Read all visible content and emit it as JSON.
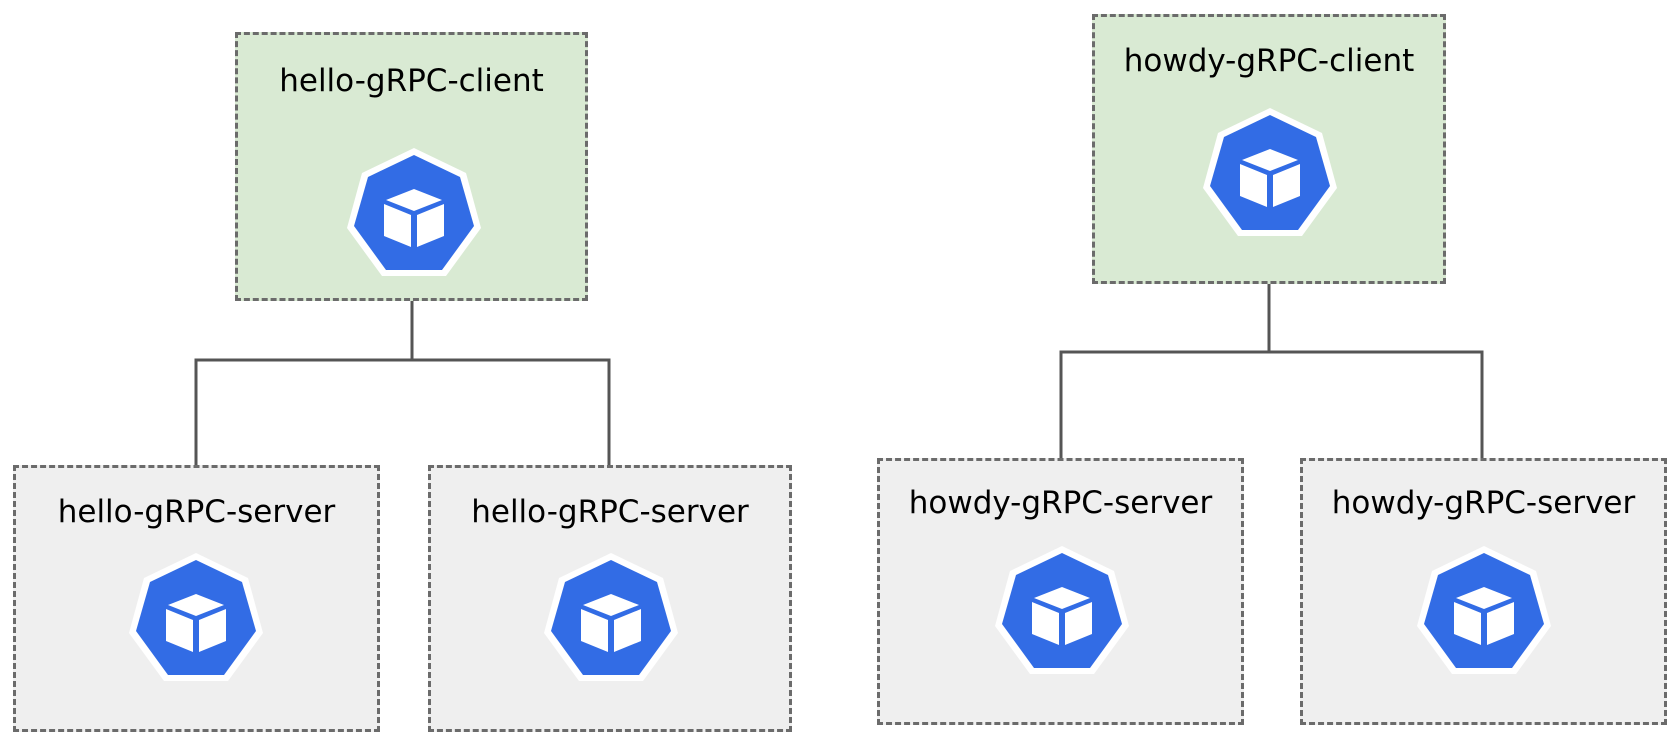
{
  "diagram": {
    "hello": {
      "client": {
        "label": "hello-gRPC-client",
        "icon": "kubernetes-pod-icon"
      },
      "servers": [
        {
          "label": "hello-gRPC-server",
          "icon": "kubernetes-pod-icon"
        },
        {
          "label": "hello-gRPC-server",
          "icon": "kubernetes-pod-icon"
        }
      ]
    },
    "howdy": {
      "client": {
        "label": "howdy-gRPC-client",
        "icon": "kubernetes-pod-icon"
      },
      "servers": [
        {
          "label": "howdy-gRPC-server",
          "icon": "kubernetes-pod-icon"
        },
        {
          "label": "howdy-gRPC-server",
          "icon": "kubernetes-pod-icon"
        }
      ]
    }
  },
  "colors": {
    "client_fill": "#d9ead3",
    "server_fill": "#efefef",
    "border": "#6b6b6b",
    "connector": "#555555",
    "icon_fill": "#326ce5",
    "icon_outline": "#ffffff"
  }
}
